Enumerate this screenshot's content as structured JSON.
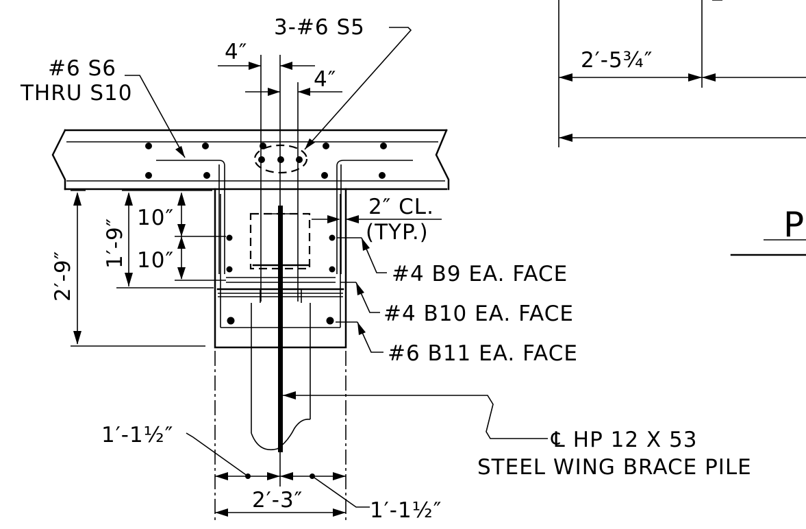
{
  "labels": {
    "bars_s5": "3-#6 S5",
    "bars_s6_line1": "#6 S6",
    "bars_s6_line2": "THRU S10",
    "dim_4_left": "4″",
    "dim_4_right": "4″",
    "dim_2_5_3_4": "2′-5¾″",
    "clear_cover_line1": "2″ CL.",
    "clear_cover_line2": "(TYP.)",
    "dim_10_upper": "10″",
    "dim_10_lower": "10″",
    "dim_1_9": "1′-9″",
    "dim_2_9": "2′-9″",
    "bar_b9": "#4 B9 EA. FACE",
    "bar_b10": "#4 B10 EA. FACE",
    "bar_b11": "#6 B11 EA. FACE",
    "pile_line1": "℄ HP 12 X 53",
    "pile_line2": "STEEL WING BRACE PILE",
    "dim_1_1_2_left": "1′-1½″",
    "dim_1_1_2_right": "1′-1½″",
    "dim_2_3": "2′-3″",
    "cut_off_title": "P"
  }
}
